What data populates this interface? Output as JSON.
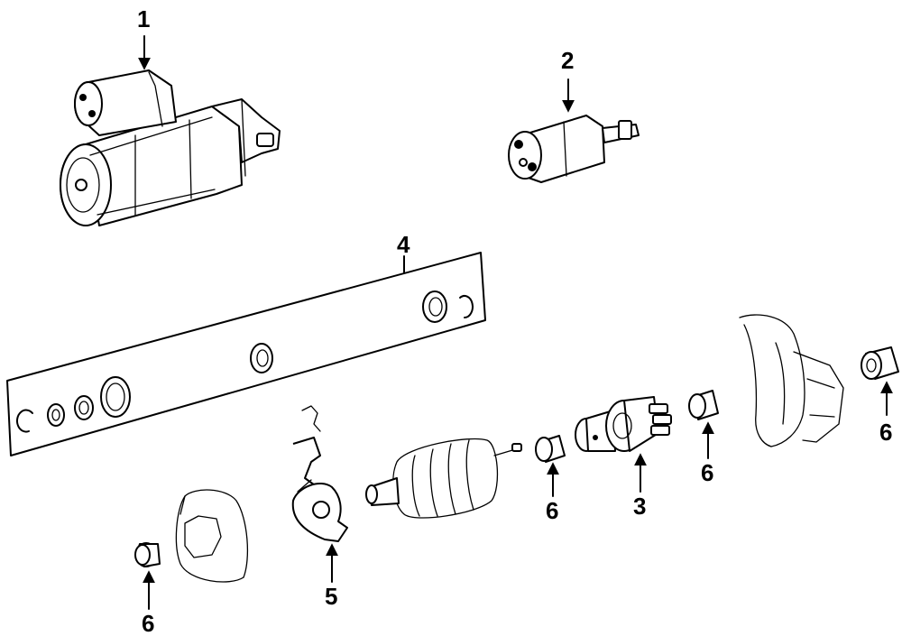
{
  "diagram": {
    "callouts": [
      {
        "id": "c1",
        "label": "1"
      },
      {
        "id": "c2",
        "label": "2"
      },
      {
        "id": "c3",
        "label": "3"
      },
      {
        "id": "c4",
        "label": "4"
      },
      {
        "id": "c5",
        "label": "5"
      },
      {
        "id": "c6a",
        "label": "6"
      },
      {
        "id": "c6b",
        "label": "6"
      },
      {
        "id": "c6c",
        "label": "6"
      },
      {
        "id": "c6d",
        "label": "6"
      }
    ]
  }
}
